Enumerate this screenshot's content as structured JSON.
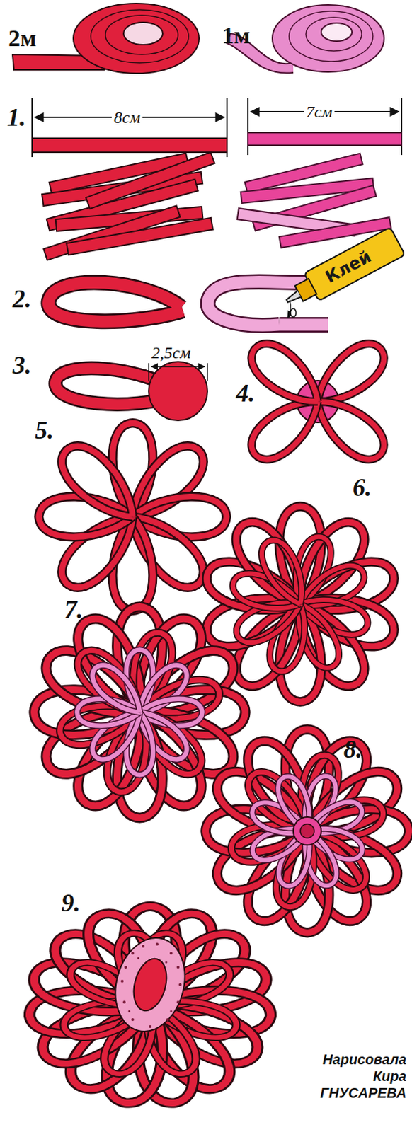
{
  "diagram": {
    "labels": [
      "2м",
      "1м",
      "1.",
      "8см",
      "7см",
      "2.",
      "Клей",
      "3.",
      "2,5см",
      "4.",
      "5.",
      "6.",
      "7.",
      "8.",
      "9.",
      "Нарисовала Кира ГНУСАРЕВА"
    ]
  }
}
